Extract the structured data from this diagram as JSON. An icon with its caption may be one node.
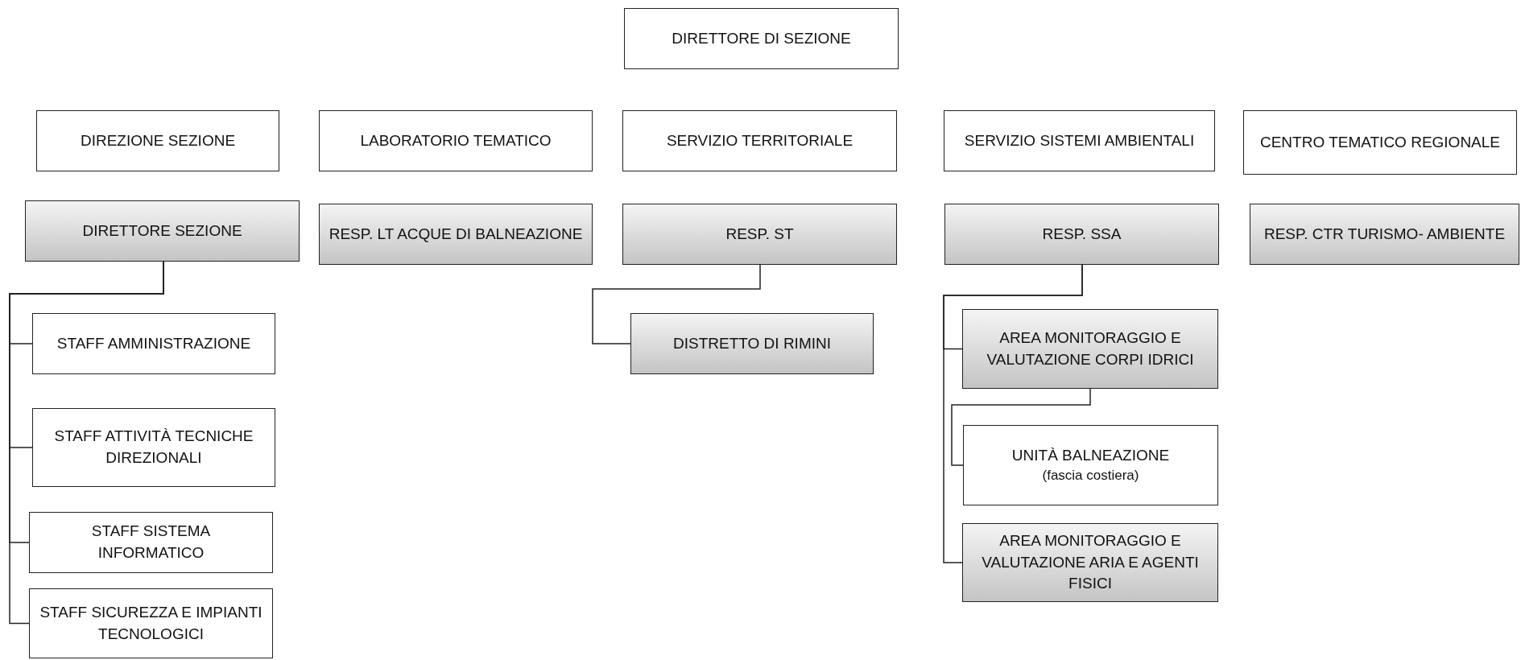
{
  "diagram": {
    "nodes": [
      {
        "text": [
          "DIRETTORE DI SEZIONE"
        ]
      },
      {
        "text": [
          "DIREZIONE SEZIONE"
        ]
      },
      {
        "text": [
          "LABORATORIO TEMATICO"
        ]
      },
      {
        "text": [
          "SERVIZIO TERRITORIALE"
        ]
      },
      {
        "text": [
          "SERVIZIO SISTEMI AMBIENTALI"
        ]
      },
      {
        "text": [
          "CENTRO TEMATICO REGIONALE"
        ]
      },
      {
        "text": [
          "DIRETTORE SEZIONE"
        ]
      },
      {
        "text": [
          "RESP. LT ACQUE DI BALNEAZIONE"
        ]
      },
      {
        "text": [
          "RESP. ST"
        ]
      },
      {
        "text": [
          "RESP. SSA"
        ]
      },
      {
        "text": [
          "RESP. CTR TURISMO- AMBIENTE"
        ]
      },
      {
        "text": [
          "STAFF AMMINISTRAZIONE"
        ]
      },
      {
        "text": [
          "STAFF ATTIVITÀ TECNICHE DIREZIONALI"
        ]
      },
      {
        "text": [
          "STAFF SISTEMA INFORMATICO"
        ]
      },
      {
        "text": [
          "STAFF SICUREZZA E IMPIANTI TECNOLOGICI"
        ]
      },
      {
        "text": [
          "DISTRETTO DI RIMINI"
        ]
      },
      {
        "text": [
          "AREA MONITORAGGIO E VALUTAZIONE CORPI IDRICI"
        ]
      },
      {
        "text": [
          "UNITÀ BALNEAZIONE",
          "(fascia costiera)"
        ]
      },
      {
        "text": [
          "AREA MONITORAGGIO E VALUTAZIONE ARIA E AGENTI FISICI"
        ]
      }
    ],
    "edges": [
      {
        "from": 6,
        "to": 11,
        "arrow": "none"
      },
      {
        "from": 6,
        "to": 12,
        "arrow": "none"
      },
      {
        "from": 6,
        "to": 13,
        "arrow": "none"
      },
      {
        "from": 6,
        "to": 14,
        "arrow": "none"
      },
      {
        "from": 8,
        "to": 15,
        "arrow": "none"
      },
      {
        "from": 9,
        "to": 16,
        "arrow": "none"
      },
      {
        "from": 16,
        "to": 17,
        "arrow": "none"
      },
      {
        "from": 9,
        "to": 18,
        "arrow": "none"
      }
    ]
  }
}
